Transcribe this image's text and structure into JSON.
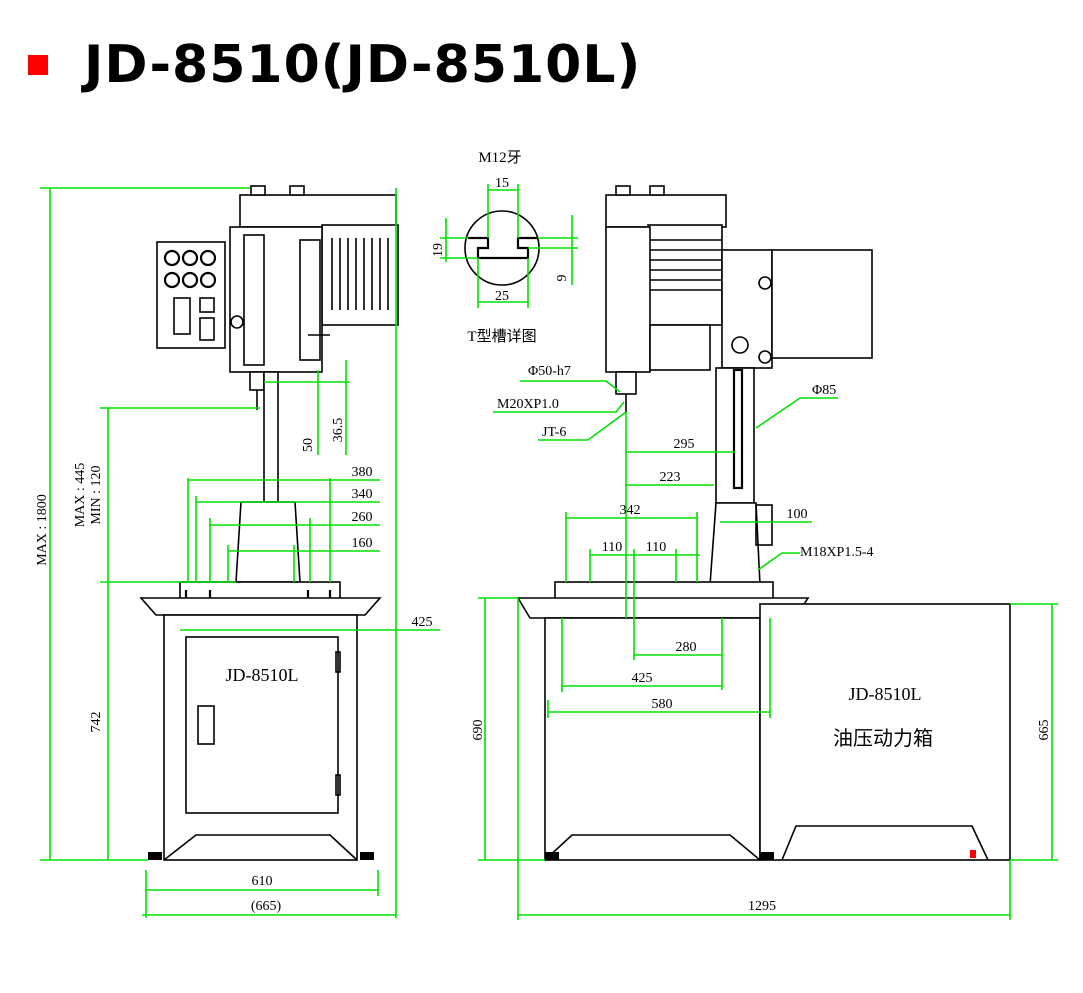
{
  "title": {
    "text": "JD-8510(JD-8510L)",
    "square_color": "#ff0000"
  },
  "colors": {
    "dimension_lines": "#00e000",
    "drawing_lines": "#000000",
    "marker": "#ff0000"
  },
  "tslot": {
    "thread": "M12牙",
    "caption": "T型槽详图",
    "top_width": "15",
    "bottom_width": "25",
    "depth": "19",
    "slot_height": "9"
  },
  "front_view": {
    "label": "JD-8510L",
    "total_height": "MAX : 1800",
    "stroke_range_max": "MAX : 445",
    "stroke_range_min": "MIN : 120",
    "table_height": "742",
    "dim_50": "50",
    "dim_36_5": "36.5",
    "table_380": "380",
    "table_340": "340",
    "table_260": "260",
    "table_160": "160",
    "dim_425": "425",
    "base_610": "610",
    "base_665": "(665)"
  },
  "side_view": {
    "spindle": "Φ50-h7",
    "thread_spindle": "M20XP1.0",
    "chuck": "JT-6",
    "column": "Φ85",
    "dim_295": "295",
    "dim_223": "223",
    "dim_342": "342",
    "dim_110a": "110",
    "dim_110b": "110",
    "dim_100": "100",
    "bolt": "M18XP1.5-4",
    "dim_280": "280",
    "dim_425": "425",
    "dim_580": "580",
    "height_690": "690",
    "height_665": "665",
    "total_1295": "1295",
    "box_model": "JD-8510L",
    "box_name": "油压动力箱"
  }
}
